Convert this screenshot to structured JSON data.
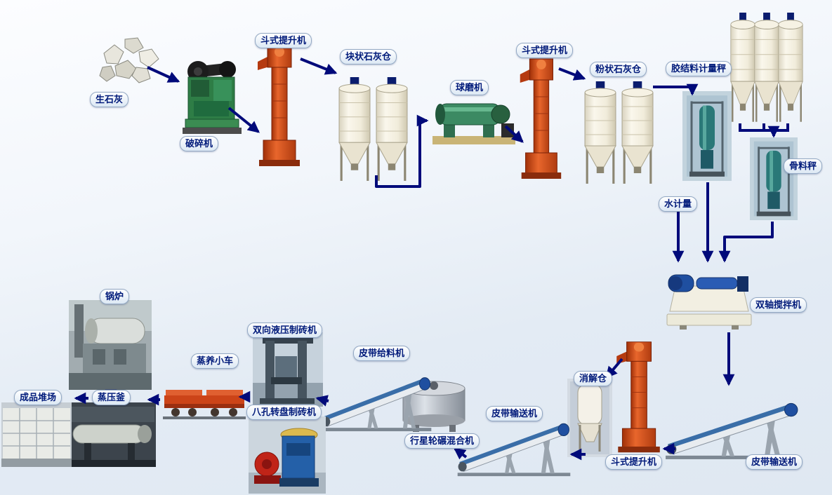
{
  "diagram": {
    "labels": {
      "quicklime": "生石灰",
      "crusher": "破碎机",
      "bucket_elevator_1": "斗式提升机",
      "lump_lime_silo": "块状石灰仓",
      "ball_mill": "球磨机",
      "bucket_elevator_2": "斗式提升机",
      "powder_lime_silo": "粉状石灰仓",
      "binder_metering_scale": "胶结料计量秤",
      "aggregate_scale": "骨料秤",
      "water_metering": "水计量",
      "twin_shaft_mixer": "双轴搅拌机",
      "belt_conveyor_right": "皮带输送机",
      "bucket_elevator_3": "斗式提升机",
      "digestion_silo": "消解仓",
      "belt_conveyor_mid": "皮带输送机",
      "planetary_mixer": "行星轮碾混合机",
      "belt_feeder": "皮带给料机",
      "hydraulic_brick_machine": "双向液压制砖机",
      "rotary_brick_machine": "八孔转盘制砖机",
      "curing_trolley": "蒸养小车",
      "autoclave": "蒸压釜",
      "boiler": "锅炉",
      "product_yard": "成品堆场"
    },
    "colors": {
      "arrow": "#000a7a",
      "label_text": "#001a7a",
      "elevator_red": "#d9531f",
      "silo_cream": "#f3eedd",
      "crusher_green": "#2e7d46",
      "conveyor_blue": "#1f4fa0",
      "background_top": "#fcfdff",
      "background_bottom": "#dfe8f2"
    }
  }
}
